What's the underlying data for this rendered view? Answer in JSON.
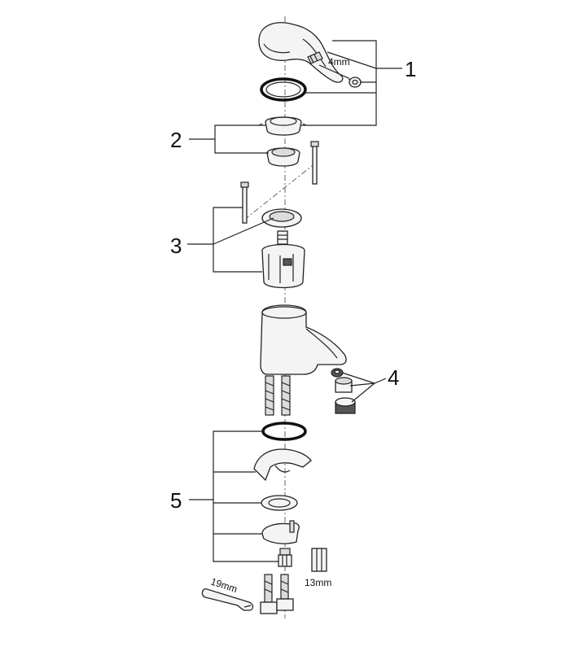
{
  "callouts": {
    "c1": "1",
    "c2": "2",
    "c3": "3",
    "c4": "4",
    "c5": "5"
  },
  "dimensions": {
    "hex_key": "4mm",
    "spanner_19": "19mm",
    "spanner_13": "13mm"
  }
}
